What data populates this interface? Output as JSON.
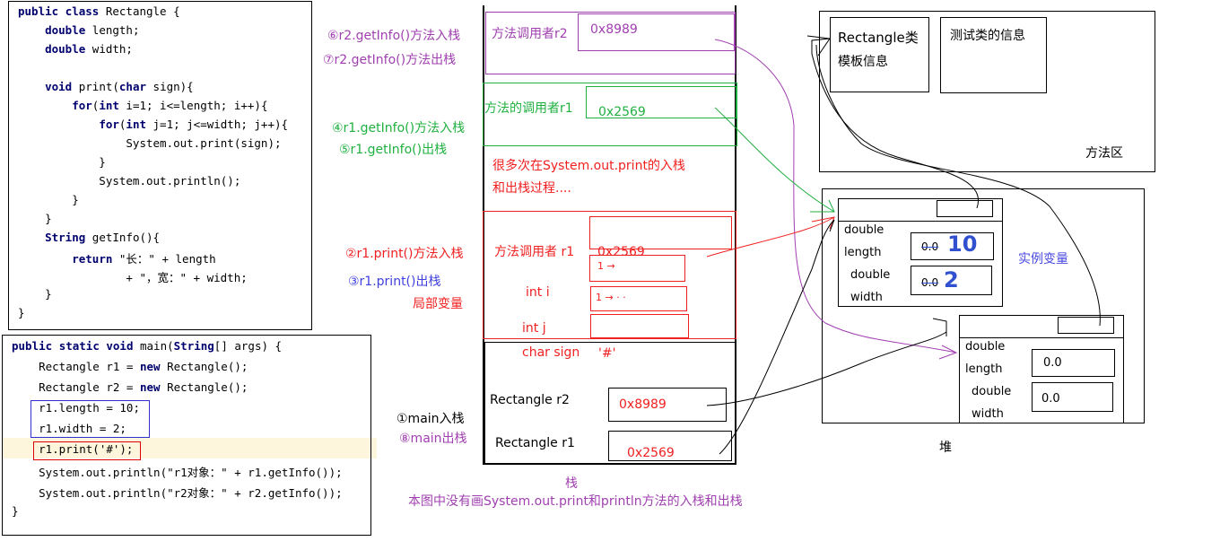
{
  "class_code": {
    "lines": [
      "public class Rectangle {",
      "    double length;",
      "    double width;",
      "",
      "    void print(char sign){",
      "        for(int i=1; i<=length; i++){",
      "            for(int j=1; j<=width; j++){",
      "                System.out.print(sign);",
      "            }",
      "            System.out.println();",
      "        }",
      "    }",
      "    String getInfo(){",
      "        return \"长：\" + length",
      "                + \"，宽：\" + width;",
      "    }",
      "}"
    ]
  },
  "main_code": {
    "lines": [
      "public static void main(String[] args) {",
      "    Rectangle r1 = new Rectangle();",
      "    Rectangle r2 = new Rectangle();",
      "    r1.length = 10;",
      "    r1.width = 2;",
      "    r1.print('#');",
      "    System.out.println(\"r1对象：\" + r1.getInfo());",
      "    System.out.println(\"r2对象：\" + r2.getInfo());",
      "}"
    ]
  },
  "steps": {
    "s6": "⑥r2.getInfo()方法入栈",
    "s7": "⑦r2.getInfo()方法出栈",
    "s4": "④r1.getInfo()方法入栈",
    "s5": "⑤r1.getInfo()出栈",
    "s2": "②r1.print()方法入栈",
    "s3": "③r1.print()出栈",
    "local_vars": "局部变量",
    "s1": "①main入栈",
    "s8": "⑧main出栈"
  },
  "stack": {
    "title": "栈",
    "note": "本图中没有画System.out.print和println方法的入栈和出栈",
    "r2_getinfo": {
      "label": "方法调用者r2",
      "value": "0x8989"
    },
    "r1_getinfo": {
      "label": "方法的调用者r1",
      "value": "0x2569"
    },
    "print_note_1": "很多次在System.out.print的入栈",
    "print_note_2": "和出栈过程....",
    "print_frame": {
      "caller_label": "方法调用者 r1",
      "caller_value": "0x2569",
      "i_label": "int i",
      "i_value": "1 →",
      "j_label": "int j",
      "j_value": "1 → · ·",
      "sign_label": "char sign",
      "sign_value": "'#'"
    },
    "main_frame": {
      "r2_label": "Rectangle r2",
      "r2_value": "0x8989",
      "r1_label": "Rectangle r1",
      "r1_value": "0x2569"
    }
  },
  "method_area": {
    "title": "方法区",
    "rect_class_1": "Rectangle类",
    "rect_class_2": "模板信息",
    "test_class": "测试类的信息"
  },
  "heap": {
    "title": "堆",
    "instance_vars": "实例变量",
    "obj1": {
      "l1": "double",
      "l2": "length",
      "l3": "double",
      "l4": "width",
      "old_length": "0.0",
      "length": "10",
      "old_width": "0.0",
      "width": "2"
    },
    "obj2": {
      "l1": "double",
      "l2": "length",
      "l3": "double",
      "l4": "width",
      "length": "0.0",
      "width": "0.0"
    }
  },
  "colors": {
    "purple": "#a040b0",
    "green": "#20b040",
    "red": "#ff0000",
    "blue": "#4040e0",
    "highlight": "#fdf6dc"
  }
}
